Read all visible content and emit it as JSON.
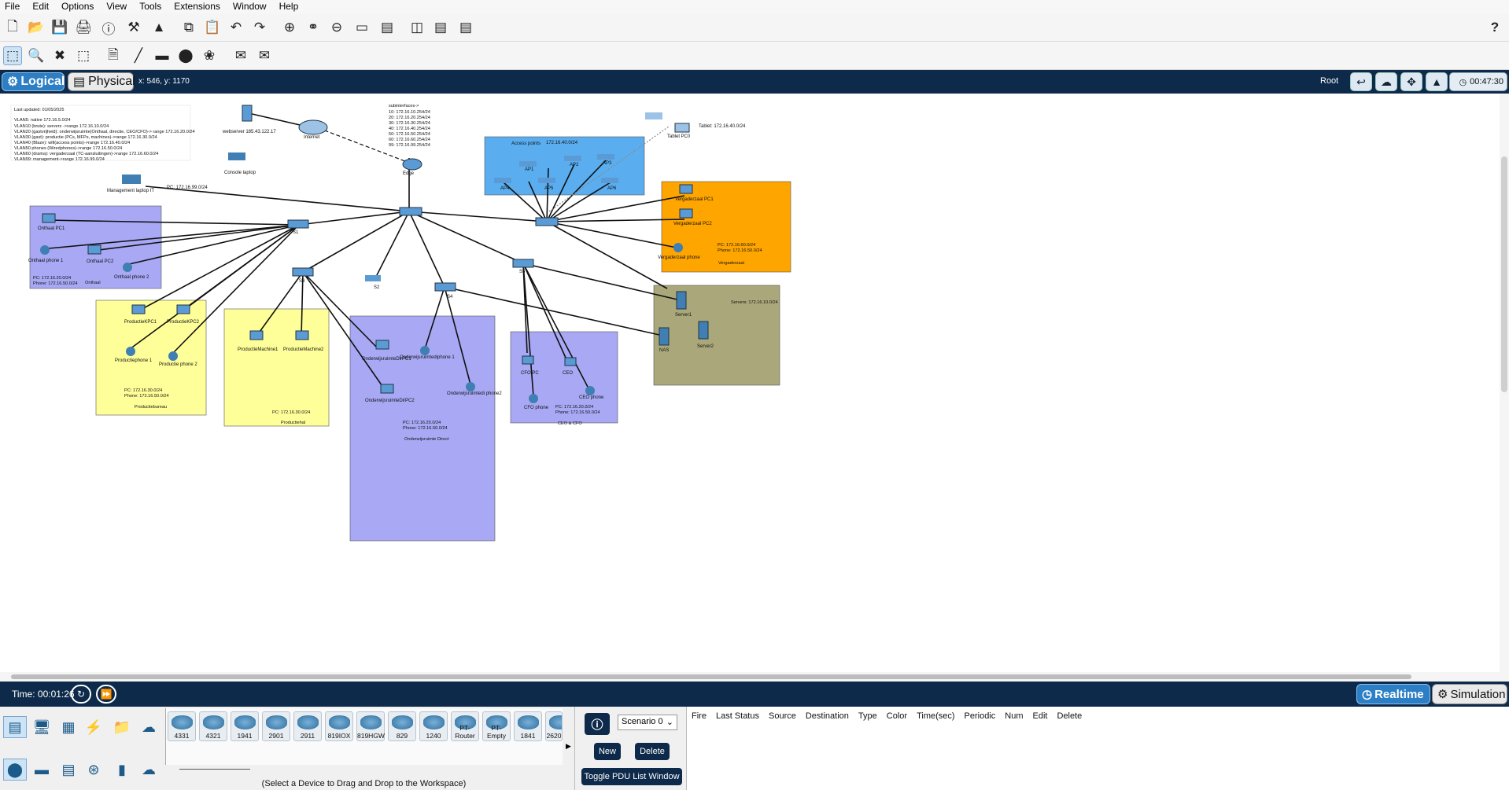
{
  "menu": [
    "File",
    "Edit",
    "Options",
    "View",
    "Tools",
    "Extensions",
    "Window",
    "Help"
  ],
  "toolbar_help": "?",
  "tabs": {
    "logical": "Logical",
    "physical": "Physical"
  },
  "cursor_coords": "x: 546, y: 1170",
  "root_label": "Root",
  "clock": "00:47:30",
  "status": {
    "time": "Time: 00:01:26",
    "realtime": "Realtime",
    "simulation": "Simulation"
  },
  "notes": {
    "updated": "Last updated: 01/05/2025",
    "lines": [
      "VLAN5: native 172.16.5.0/24",
      "VLAN10 (brute): servers  ->range 172.16.10.0/24",
      "VLAN20 (gastvrijheid): onderwijsruimte(Onthaal, directie, CEO/CFO)-> range 172.16.20.0/24",
      "VLAN30 (gast): productie (PCs, MFPs, machines)->range  172.16.30.0/24",
      "VLAN40 (Blaze): wifi(access points)->range 172.16.40.0/24",
      "VLAN50 phones (Wiredphones)->range 172.16.50.0/24",
      "VLAN60 (drama): vergaderzaal (TC-aansluitingen)->range 172.16.60.0/24",
      "VLAN99: management->range 172.16.99.0/24"
    ],
    "subinterfaces_title": "subinterfaces->",
    "subinterfaces": [
      "10: 172.16.10.254/24",
      "20: 172.16.20.254/24",
      "30: 172.16.30.254/24",
      "40: 172.16.40.254/24",
      "50: 172.16.50.254/24",
      "60: 172.16.60.254/24",
      "99: 172.16.99.254/24"
    ]
  },
  "devices": {
    "webserver": "webserver 185.43.122.17",
    "internet": "Internet",
    "console": "Console laptop",
    "edge": "Edge",
    "mgmt": "Management laptop IT",
    "mgmt_ip": "PC: 172.16.99.0/24",
    "tablet": "Tablet: 172.16.40.0/24",
    "tablet_name": "Tablet PC0",
    "s1": "S1",
    "s2": "S2",
    "s3": "S3",
    "s4": "S4",
    "s5": "S5",
    "ap": [
      "AP1",
      "AP2",
      "AP3",
      "AP4",
      "AP5",
      "AP6"
    ],
    "ap_box": "Access points",
    "ap_net": "172.16.40.0/24"
  },
  "zones": {
    "onthaal": {
      "name": "Onthaal",
      "ip": "PC: 172.16.20.0/24",
      "phone": "Phone: 172.16.50.0/24",
      "pc1": "Onthaal PC1",
      "pc2": "Onthaal PC2",
      "ph1": "Onthaal phone 1",
      "ph2": "Onthaal phone 2"
    },
    "bureau": {
      "name": "Productiebureau",
      "ip": "PC: 172.16.30.0/24",
      "phone": "Phone: 172.16.50.0/24",
      "pc1": "ProductieKPC1",
      "pc2": "ProductieKPC2",
      "ph1": "Productiephone 1",
      "ph2": "Productie phone 2"
    },
    "hal": {
      "name": "Productiehal",
      "ip": "PC: 172.16.30.0/24",
      "m1": "ProductieMachine1",
      "m2": "ProductieMachine2"
    },
    "direct": {
      "name": "Onderwijsruimte Direct",
      "ip": "PC: 172.16.20.0/24",
      "phone": "Phone: 172.16.50.0/24",
      "pc1": "OnderwijsruimteDirPC1",
      "pc2": "OnderwijsruimteDirPC2",
      "ph1": "Onderwijsruimtediphone 1",
      "ph2": "Onderwijsruimtedi phone2"
    },
    "ceo": {
      "name": "CEO & CFO",
      "ip": "PC: 172.16.20.0/24",
      "phone": "Phone: 172.16.50.0/24",
      "pc1": "CFO PC",
      "pc2": "CEO",
      "ph1": "CFO phone",
      "ph2": "CEO phone"
    },
    "verg": {
      "name": "Vergaderzaal",
      "ip": "PC: 172.16.60.0/24",
      "phone": "Phone: 172.16.50.0/24",
      "pc1": "Vergaderzaal PC1",
      "pc2": "Vergaderzaal PC2",
      "ph": "Vergaderzaal phone"
    },
    "servers": {
      "name": "Servers: 172.16.10.0/24",
      "s1": "Server1",
      "s2": "Server2",
      "nas": "NAS"
    }
  },
  "devices_bottom": [
    "4331",
    "4321",
    "1941",
    "2901",
    "2911",
    "819IOX",
    "819HGW",
    "829",
    "1240",
    "PT-Router",
    "PT-Empty",
    "1841",
    "2620"
  ],
  "select_hint": "(Select a Device to Drag and Drop to the Workspace)",
  "pdu": {
    "scenario": "Scenario 0",
    "new": "New",
    "delete": "Delete",
    "toggle": "Toggle PDU List Window",
    "columns": [
      "Fire",
      "Last Status",
      "Source",
      "Destination",
      "Type",
      "Color",
      "Time(sec)",
      "Periodic",
      "Num",
      "Edit",
      "Delete"
    ]
  },
  "colors": {
    "navy": "#0d2a4a",
    "accent": "#2c7fc5",
    "purple_zone": "#a8a8f5",
    "yellow_zone": "#ffff99",
    "blue_zone": "#5aaef0",
    "orange_zone": "#ffa500",
    "olive_zone": "#aaa77a"
  }
}
